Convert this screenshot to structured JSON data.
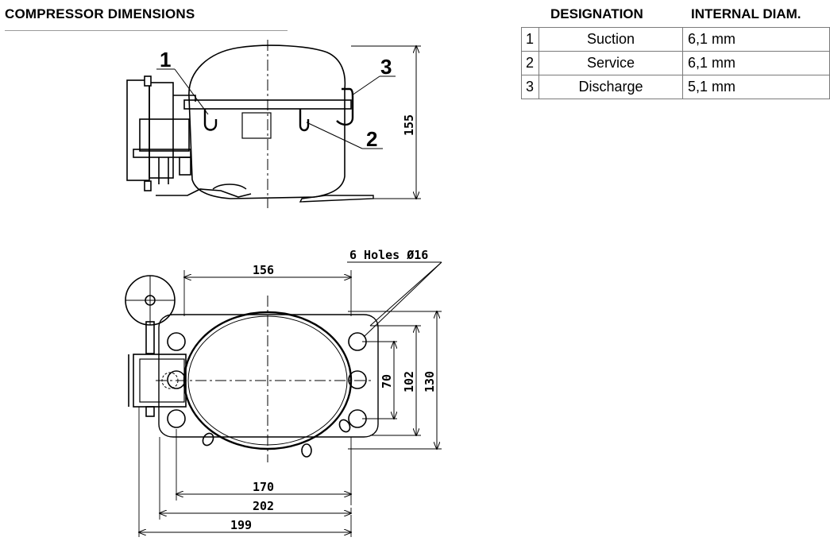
{
  "title": "COMPRESSOR DIMENSIONS",
  "table": {
    "headers": [
      "DESIGNATION",
      "INTERNAL DIAM."
    ],
    "rows": [
      {
        "no": "1",
        "designation": "Suction",
        "diam": "6,1 mm"
      },
      {
        "no": "2",
        "designation": "Service",
        "diam": "6,1 mm"
      },
      {
        "no": "3",
        "designation": "Discharge",
        "diam": "5,1 mm"
      }
    ]
  },
  "side_view": {
    "callouts": [
      "1",
      "2",
      "3"
    ],
    "height_dim": "155"
  },
  "top_view": {
    "holes_label": "6 Holes Ø16",
    "dims": {
      "top_width": "156",
      "w170": "170",
      "w202": "202",
      "w199": "199",
      "h70": "70",
      "h102": "102",
      "h130": "130"
    }
  }
}
